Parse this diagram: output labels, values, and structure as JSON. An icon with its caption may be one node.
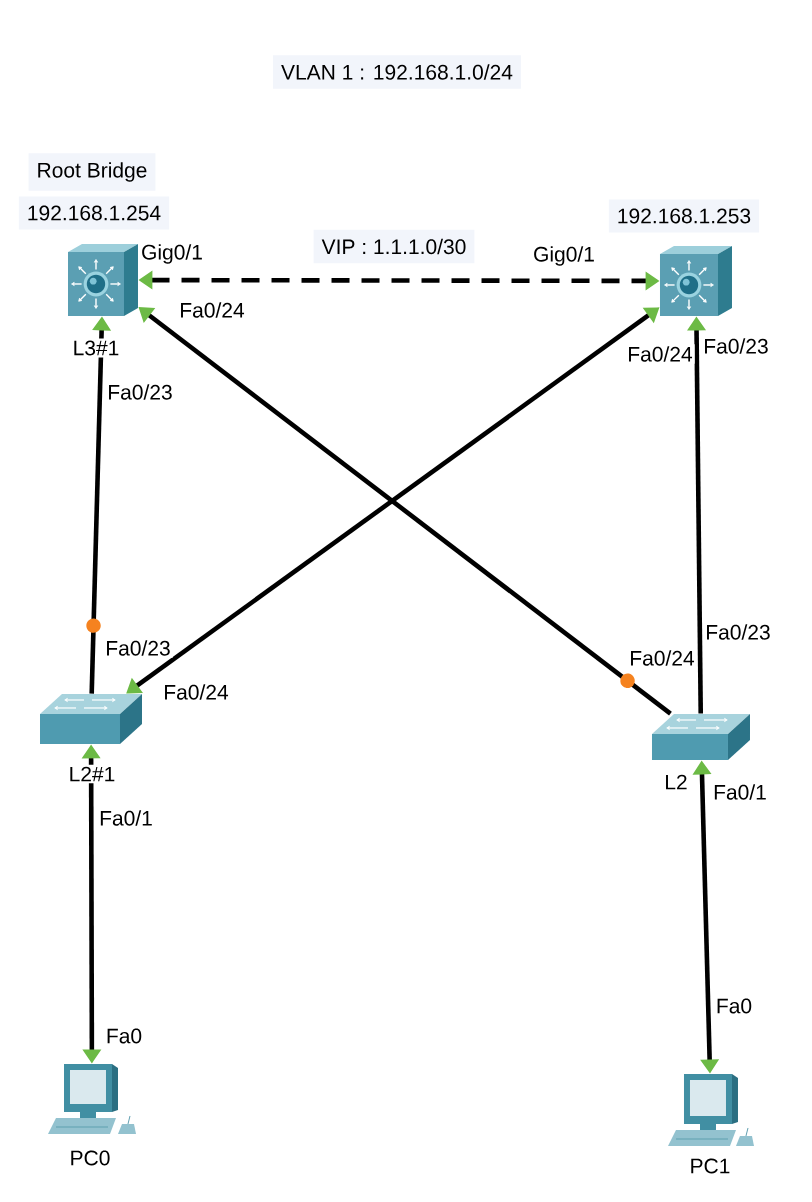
{
  "diagram": {
    "title": "VLAN 1 : 192.168.1.0/24",
    "nodes": [
      {
        "text": [],
        "shape": "picture",
        "beside": [
          "Root Bridge",
          "192.168.1.254",
          "L3#1"
        ]
      },
      {
        "text": [],
        "shape": "picture",
        "beside": [
          "192.168.1.253"
        ]
      },
      {
        "text": [],
        "shape": "picture",
        "beside": [
          "L2#1"
        ]
      },
      {
        "text": [],
        "shape": "picture",
        "beside": [
          "L2"
        ]
      },
      {
        "text": [],
        "shape": "picture",
        "beside": [
          "PC0"
        ]
      },
      {
        "text": [],
        "shape": "picture",
        "beside": [
          "PC1"
        ]
      }
    ],
    "edges": [
      {
        "from": 0,
        "to": 1,
        "arrow": "both",
        "label": "VIP : 1.1.1.0/30",
        "style": "dashed"
      },
      {
        "from": 3,
        "to": 0,
        "arrow": "to"
      },
      {
        "from": 2,
        "to": 0,
        "arrow": "to"
      },
      {
        "from": 1,
        "to": 2,
        "arrow": "both"
      },
      {
        "from": 3,
        "to": 1,
        "arrow": "to"
      },
      {
        "from": 2,
        "to": 4,
        "arrow": "both"
      },
      {
        "from": 3,
        "to": 5,
        "arrow": "both"
      }
    ],
    "labels": [
      "Gig0/1",
      "Gig0/1",
      "Fa0/24",
      "Fa0/24",
      "Fa0/23",
      "Fa0/23",
      "Fa0/23",
      "Fa0/23",
      "Fa0/24",
      "Fa0/24",
      "Fa0/1",
      "Fa0/1",
      "Fa0",
      "Fa0"
    ]
  }
}
